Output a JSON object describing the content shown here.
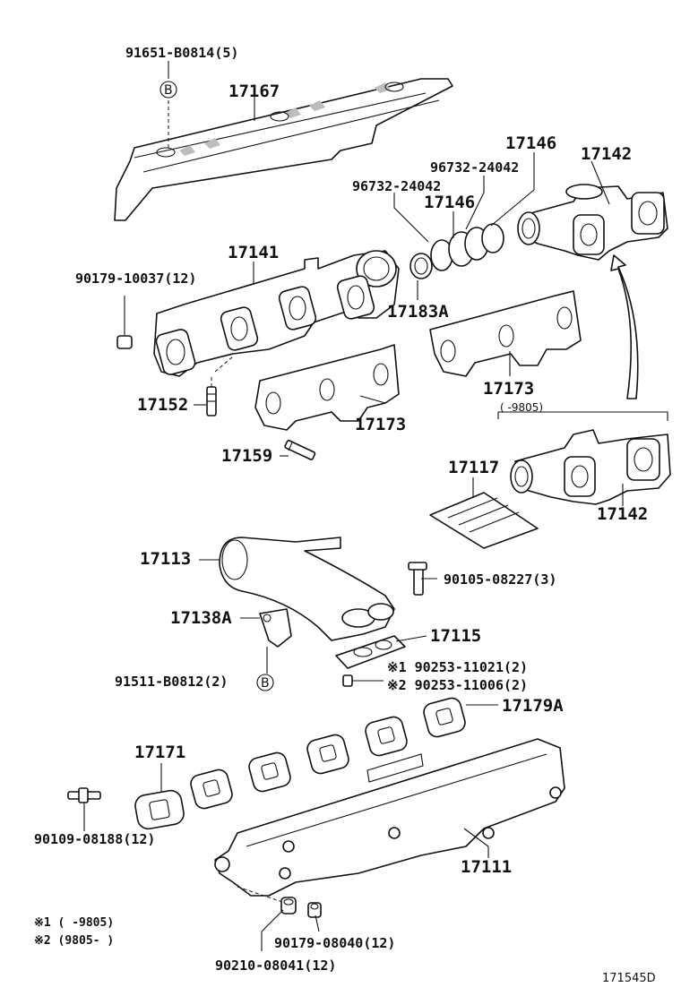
{
  "diagram": {
    "reference_code": "171545D",
    "part_labels": {
      "p91651": "91651-B0814(5)",
      "p17167": "17167",
      "p17146a": "17146",
      "p17142a": "17142",
      "p96732a": "96732-24042",
      "p96732b": "96732-24042",
      "p17146b": "17146",
      "p17141": "17141",
      "p90179_10037": "90179-10037(12)",
      "p17183A": "17183A",
      "p17173a": "17173",
      "p17173b": "17173",
      "p17152": "17152",
      "p17159": "17159",
      "p9805range": "(    -9805)",
      "p17117": "17117",
      "p17142b": "17142",
      "p17113": "17113",
      "p90105": "90105-08227(3)",
      "p17138A": "17138A",
      "p17115": "17115",
      "p91511": "91511-B0812(2)",
      "p90253_11021": "※1 90253-11021(2)",
      "p90253_11006": "※2 90253-11006(2)",
      "p17179A": "17179A",
      "p17171": "17171",
      "p90109": "90109-08188(12)",
      "p17111": "17111",
      "note1": "※1 (    -9805)",
      "note2": "※2 (9805-     )",
      "p90179_08040": "90179-08040(12)",
      "p90210": "90210-08041(12)"
    },
    "marker_b": "B"
  }
}
